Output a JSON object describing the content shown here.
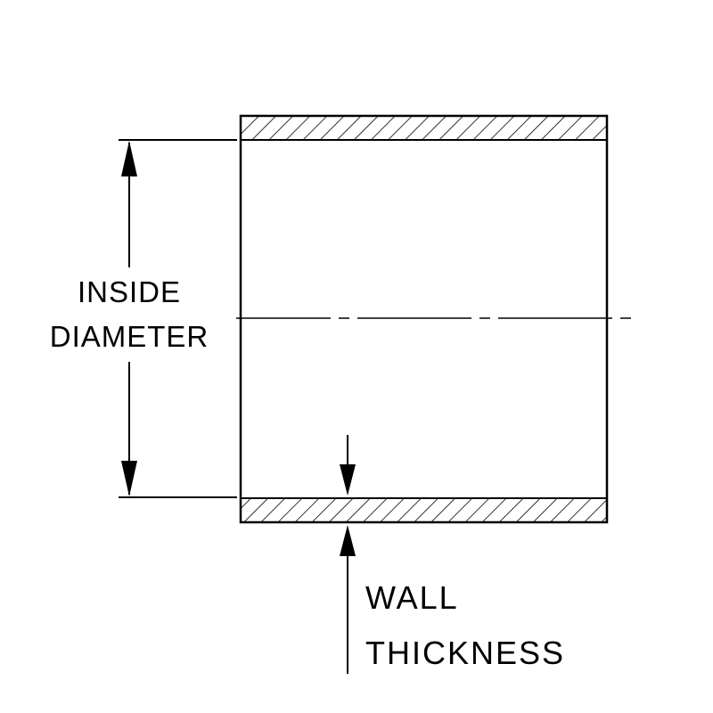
{
  "diagram": {
    "type": "technical-drawing",
    "subject": "tube-cross-section",
    "labels": {
      "inside_diameter": {
        "line1": "INSIDE",
        "line2": "DIAMETER"
      },
      "wall_thickness": {
        "line1": "WALL",
        "line2": "THICKNESS"
      }
    },
    "colors": {
      "line": "#000000",
      "background": "#ffffff"
    }
  }
}
